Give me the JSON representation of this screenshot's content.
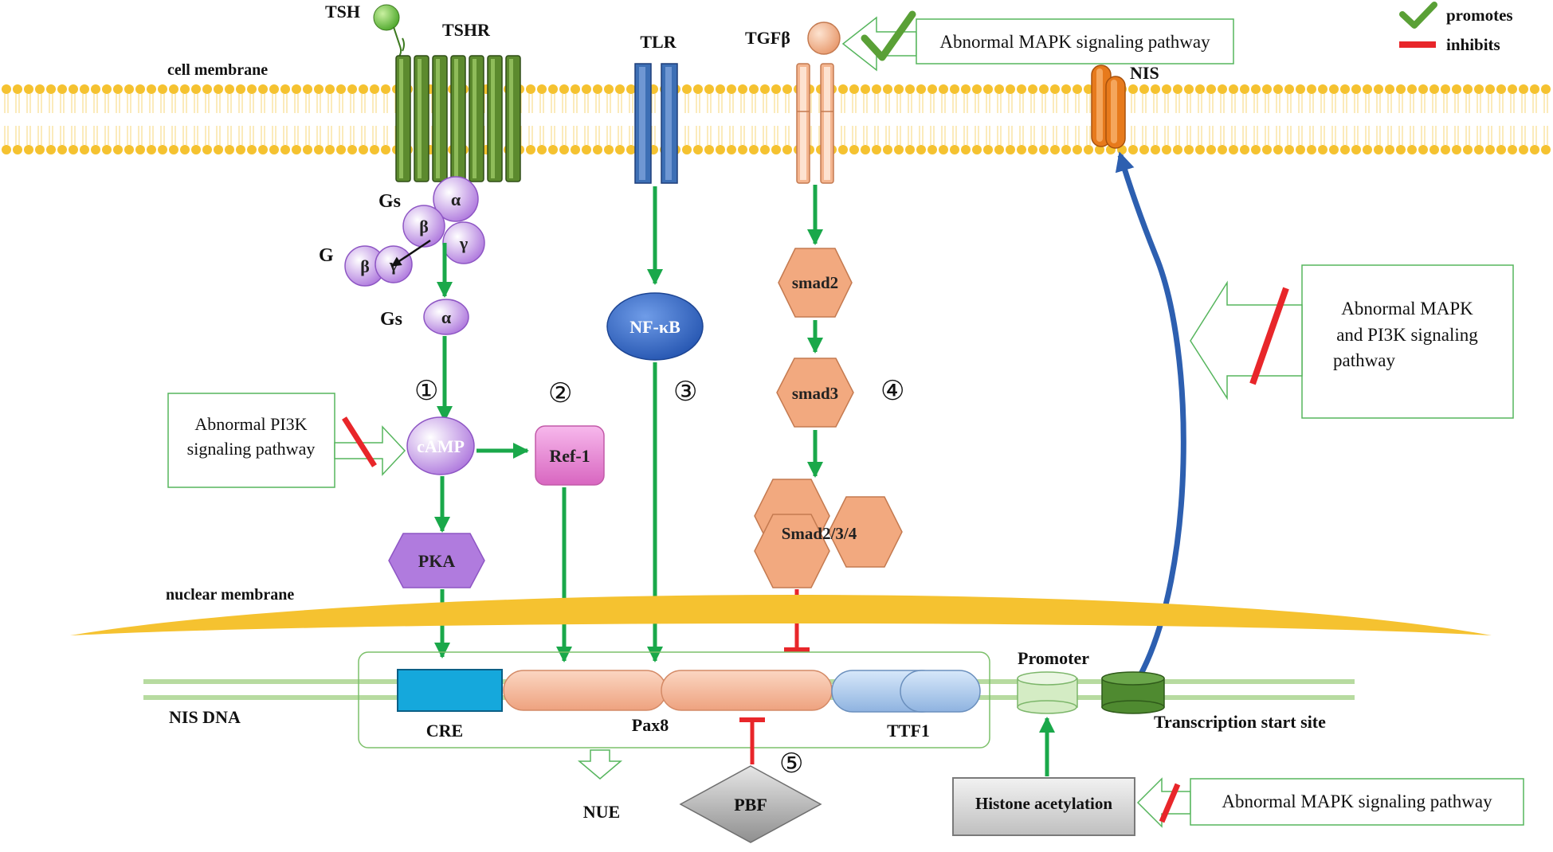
{
  "labels": {
    "tsh": "TSH",
    "tshr": "TSHR",
    "cell_membrane": "cell membrane",
    "tlr": "TLR",
    "tgfb": "TGFβ",
    "nis_protein": "NIS",
    "gs1": "Gs",
    "g2": "G",
    "gs3": "Gs",
    "alpha": "α",
    "beta": "β",
    "gamma": "γ",
    "camp": "cAMP",
    "ref1": "Ref-1",
    "pka": "PKA",
    "nfkb": "NF-κB",
    "smad2": "smad2",
    "smad3": "smad3",
    "smad234": "Smad2/3/4",
    "nuclear_membrane": "nuclear membrane",
    "promoter": "Promoter",
    "nis_dna": "NIS DNA",
    "cre": "CRE",
    "pax8": "Pax8",
    "ttf1": "TTF1",
    "tss": "Transcription start site",
    "nue": "NUE",
    "pbf": "PBF",
    "histone": "Histone acetylation"
  },
  "numbers": {
    "n1": "①",
    "n2": "②",
    "n3": "③",
    "n4": "④",
    "n5": "⑤"
  },
  "legend": {
    "promotes": "promotes",
    "inhibits": "inhibits"
  },
  "boxes": {
    "mapk_top": "Abnormal MAPK signaling pathway",
    "mapk_pi3k_l1": "Abnormal MAPK",
    "mapk_pi3k_l2": "and PI3K signaling",
    "mapk_pi3k_l3": "pathway",
    "pi3k_l1": "Abnormal PI3K",
    "pi3k_l2": "signaling pathway",
    "mapk_bottom": "Abnormal MAPK signaling pathway"
  },
  "colors": {
    "promote_arrow": "#1aa84a",
    "inhibit": "#e8262a",
    "membrane": "#f5c230",
    "tshr": "#5c8a2e",
    "tlr": "#3d6fb5",
    "tgfbr": "#f4b58f",
    "purple": "#b07bde",
    "pink": "#e87fd0",
    "smad": "#f2a97f",
    "nfkb": "#3568c4",
    "nis": "#e77a1c",
    "cre": "#15a8dc",
    "pax8": "#f5b79a",
    "ttf1": "#a9c8ea",
    "dna": "#b7dba0",
    "box_border": "#56b55d"
  }
}
